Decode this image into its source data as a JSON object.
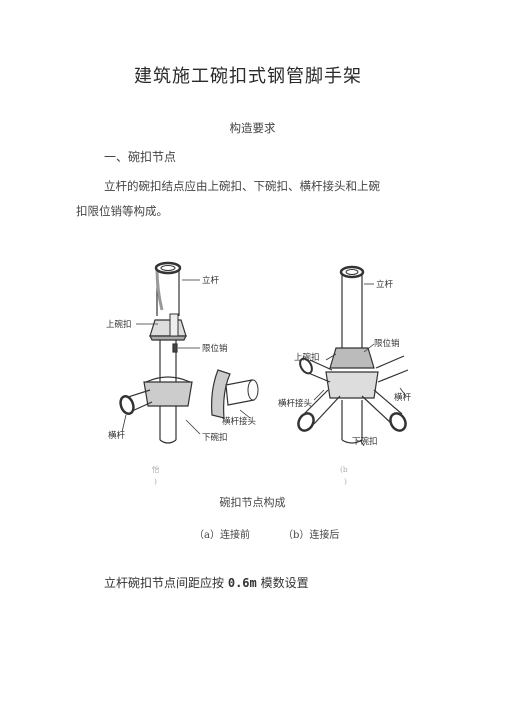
{
  "title": "建筑施工碗扣式钢管脚手架",
  "subtitle": "构造要求",
  "section1": "一、碗扣节点",
  "paragraph_line1": "立杆的碗扣结点应由上碗扣、下碗扣、横杆接头和上碗",
  "paragraph_line2": "扣限位销等构成。",
  "figure": {
    "left_labels": {
      "pole": "立杆",
      "upper_bowl": "上碗扣",
      "pin": "限位销",
      "crossbar": "横杆",
      "crossbar_joint": "横杆接头",
      "lower_bowl": "下碗扣",
      "marker": "怡",
      "marker2": ")"
    },
    "right_labels": {
      "pole": "立杆",
      "upper_bowl": "上碗扣",
      "pin": "限位销",
      "crossbar": "横杆",
      "crossbar_joint": "横杆接头",
      "lower_bowl": "下碗扣",
      "marker": "(b",
      "marker2": ")"
    }
  },
  "caption": "碗扣节点构成",
  "sub_a": "（a）连接前",
  "sub_b": "（b）连接后",
  "last_prefix": "立杆碗扣节点间距应按",
  "last_value": "0.6m",
  "last_suffix": "模数设置"
}
